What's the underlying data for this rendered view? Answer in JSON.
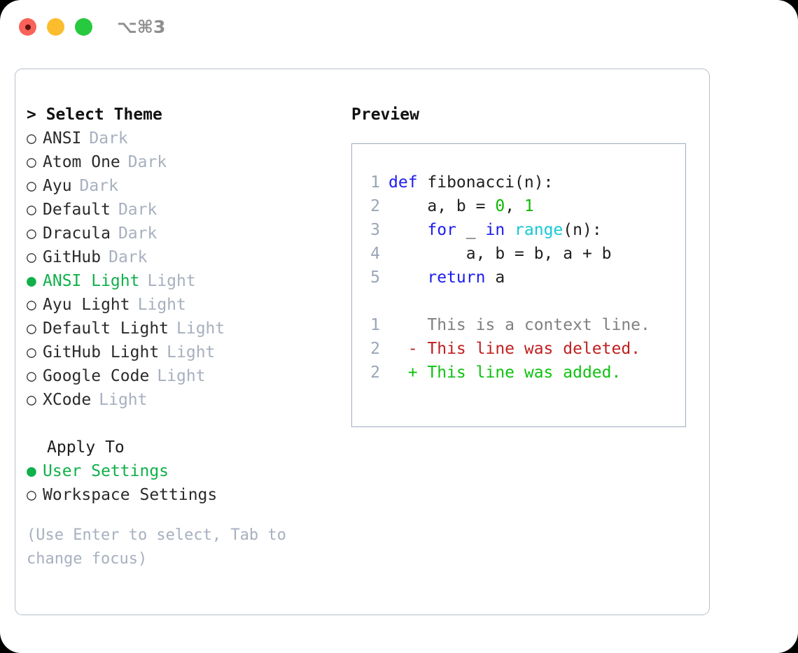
{
  "window": {
    "shortcut_label": "⌥⌘3",
    "traffic_lights": [
      "close",
      "minimize",
      "maximize"
    ]
  },
  "theme_panel": {
    "heading": "> Select Theme",
    "bullet_selected": "●",
    "bullet_unselected": "○",
    "items": [
      {
        "name": "ANSI",
        "tag": "Dark",
        "selected": false
      },
      {
        "name": "Atom One",
        "tag": "Dark",
        "selected": false
      },
      {
        "name": "Ayu",
        "tag": "Dark",
        "selected": false
      },
      {
        "name": "Default",
        "tag": "Dark",
        "selected": false
      },
      {
        "name": "Dracula",
        "tag": "Dark",
        "selected": false
      },
      {
        "name": "GitHub",
        "tag": "Dark",
        "selected": false
      },
      {
        "name": "ANSI Light",
        "tag": "Light",
        "selected": true
      },
      {
        "name": "Ayu Light",
        "tag": "Light",
        "selected": false
      },
      {
        "name": "Default Light",
        "tag": "Light",
        "selected": false
      },
      {
        "name": "GitHub Light",
        "tag": "Light",
        "selected": false
      },
      {
        "name": "Google Code",
        "tag": "Light",
        "selected": false
      },
      {
        "name": "XCode",
        "tag": "Light",
        "selected": false
      }
    ],
    "apply_to": {
      "label": "Apply To",
      "options": [
        {
          "name": "User Settings",
          "selected": true
        },
        {
          "name": "Workspace Settings",
          "selected": false
        }
      ]
    },
    "hint": "(Use Enter to select, Tab to change focus)"
  },
  "preview": {
    "title": "Preview",
    "code_lines": [
      {
        "no": "1",
        "tokens": [
          {
            "t": "def ",
            "c": "kw"
          },
          {
            "t": "fibonacci(n):",
            "c": "plain"
          }
        ]
      },
      {
        "no": "2",
        "tokens": [
          {
            "t": "    a, b = ",
            "c": "plain"
          },
          {
            "t": "0",
            "c": "num"
          },
          {
            "t": ", ",
            "c": "plain"
          },
          {
            "t": "1",
            "c": "num"
          }
        ]
      },
      {
        "no": "3",
        "tokens": [
          {
            "t": "    ",
            "c": "plain"
          },
          {
            "t": "for",
            "c": "kw"
          },
          {
            "t": " _ ",
            "c": "plain"
          },
          {
            "t": "in",
            "c": "kw"
          },
          {
            "t": " ",
            "c": "plain"
          },
          {
            "t": "range",
            "c": "fn"
          },
          {
            "t": "(n):",
            "c": "plain"
          }
        ]
      },
      {
        "no": "4",
        "tokens": [
          {
            "t": "        a, b = b, a + b",
            "c": "plain"
          }
        ]
      },
      {
        "no": "5",
        "tokens": [
          {
            "t": "    ",
            "c": "plain"
          },
          {
            "t": "return",
            "c": "kw"
          },
          {
            "t": " a",
            "c": "plain"
          }
        ]
      }
    ],
    "diff_lines": [
      {
        "no": "1",
        "marker": " ",
        "text": " This is a context line.",
        "kind": "ctx"
      },
      {
        "no": "2",
        "marker": "-",
        "text": " This line was deleted.",
        "kind": "del"
      },
      {
        "no": "2",
        "marker": "+",
        "text": " This line was added.",
        "kind": "add"
      }
    ]
  },
  "colors": {
    "accent_green": "#10b04a",
    "muted_gray": "#a7b0bf",
    "keyword_blue": "#1c1cf0",
    "function_cyan": "#16c8d4",
    "number_green": "#10b800",
    "diff_delete_red": "#c02020",
    "diff_add_green": "#0ec210",
    "linenum_gray": "#9aa5b8",
    "panel_border": "#b6bfcc",
    "preview_border": "#9fabbd"
  }
}
